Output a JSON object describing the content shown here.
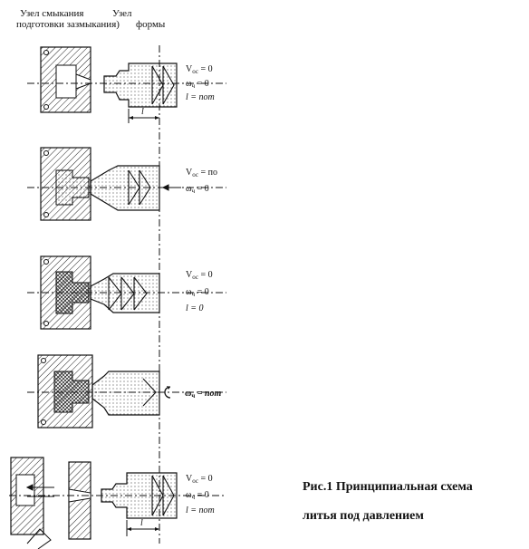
{
  "header": {
    "clamp_unit": "Узел смыкания",
    "prep_unit": "Узел",
    "prep_unit_line2": "подготовки зазмыкания)",
    "mold": "формы"
  },
  "stages": [
    {
      "labels": [
        "V",
        "ос",
        " = 0",
        "ω",
        "ч",
        " = 0",
        "l = пот"
      ],
      "dim": "l"
    },
    {
      "labels": [
        "V",
        "ос",
        " = по",
        "ω",
        "ч",
        " = 0"
      ]
    },
    {
      "labels": [
        "V",
        "ос",
        " = 0",
        "ω",
        "ч",
        " = 0",
        "l = 0"
      ]
    },
    {
      "labels": [
        "ω",
        "ч",
        " = пот"
      ]
    },
    {
      "labels": [
        "V",
        "ос",
        " = 0",
        "ω",
        "ч",
        " = 0",
        "l = пот"
      ],
      "dim": "l"
    }
  ],
  "caption": {
    "line1": "Рис.1 Принципиальная схема",
    "line2": "литья под давлением"
  }
}
